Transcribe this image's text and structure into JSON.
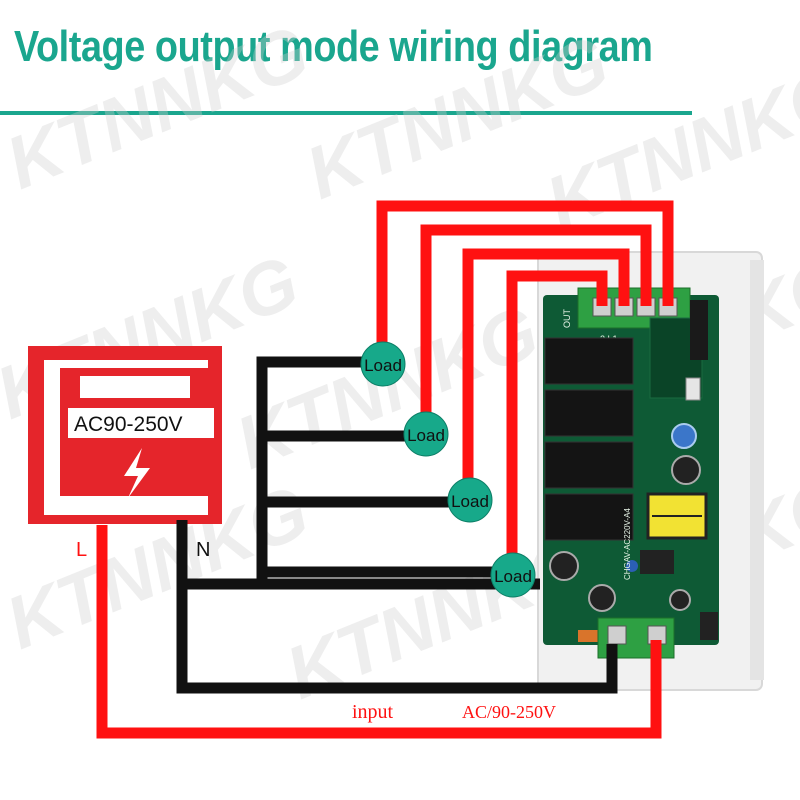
{
  "title": "Voltage output mode wiring diagram",
  "watermark": "KTNNKG",
  "power_box": {
    "voltage_label": "AC90-250V",
    "live_label": "L",
    "neutral_label": "N",
    "icon": "lightning-bolt-icon"
  },
  "loads": [
    {
      "label": "Load"
    },
    {
      "label": "Load"
    },
    {
      "label": "Load"
    },
    {
      "label": "Load"
    }
  ],
  "board": {
    "out_label": "OUT",
    "terminal_labels": "2 L1",
    "chip_label": "CHGAV-AC220V-A4"
  },
  "input_label": "input",
  "input_voltage_label": "AC/90-250V",
  "colors": {
    "accent": "#1aa68e",
    "live_wire": "#ff1111",
    "neutral_wire": "#111111",
    "power_box": "#e5252b",
    "load_circle": "#17a98a",
    "pcb": "#0e5a35",
    "terminal": "#2ea043"
  }
}
